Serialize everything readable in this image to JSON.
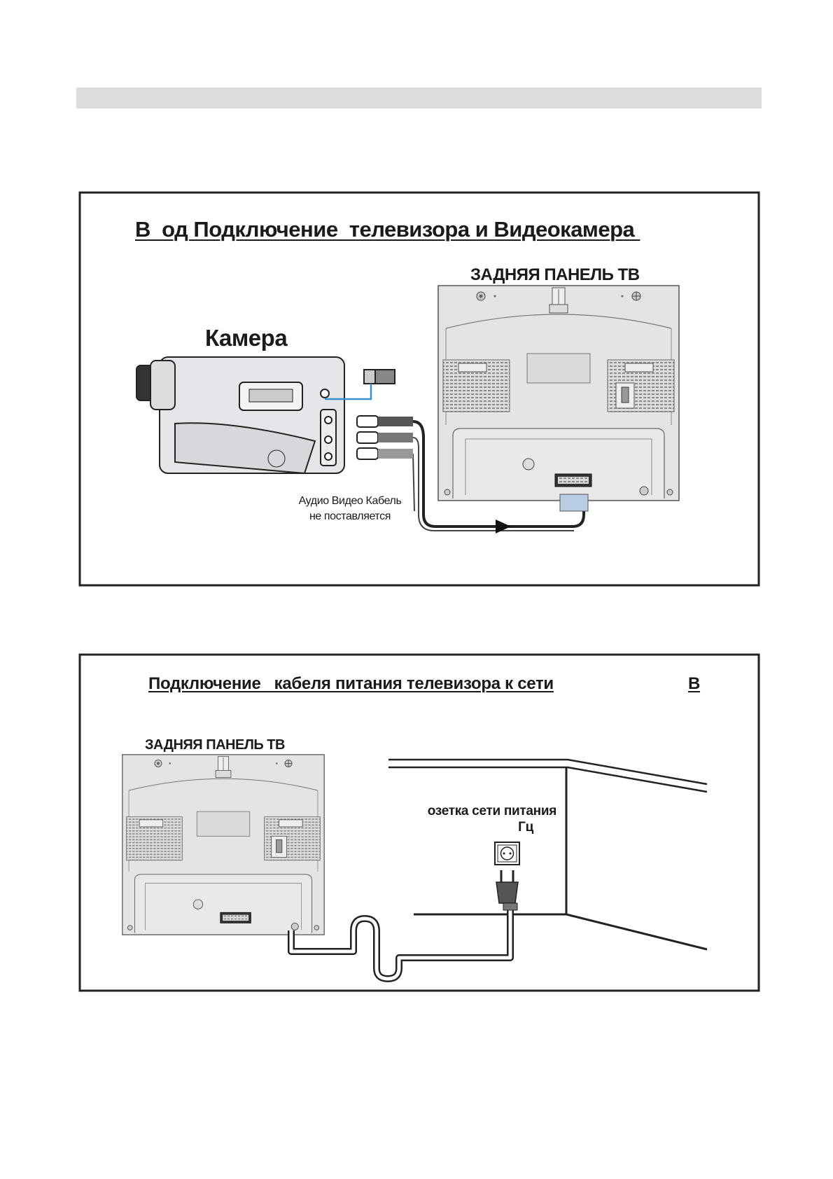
{
  "header_bar": {
    "color": "#dcdcdc"
  },
  "section1": {
    "title": "В  од Подключение  телевизора и Видеокамера ",
    "tv_label": "ЗАДНЯЯ ПАНЕЛЬ ТВ",
    "camera_label": "Камера",
    "cable_note_line1": "Аудио Видео Кабель",
    "cable_note_line2": "не поставляется"
  },
  "section2": {
    "title": "Подключение   кабеля питания телевизора к сети",
    "title_suffix": "В",
    "tv_label": "ЗАДНЯЯ ПАНЕЛЬ ТВ",
    "outlet_label_line1": "озетка сети питания",
    "outlet_label_line2": "Гц"
  }
}
